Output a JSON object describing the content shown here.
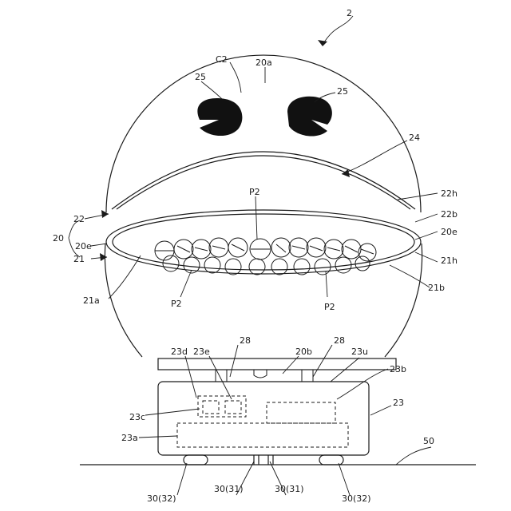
{
  "figure": {
    "labels": {
      "device": "2",
      "c2": "C2",
      "top": "20a",
      "eye_left": "25",
      "eye_right": "25",
      "mouth_inner": "24",
      "hinge": "22h",
      "upper_shell_b": "22b",
      "upper_shell": "22",
      "shell": "20",
      "edge_left": "20e",
      "edge_right": "20e",
      "lower_shell": "21",
      "hinge_lower": "21h",
      "lower_shell_b": "21b",
      "lower_inner": "21a",
      "piece_top": "P2",
      "piece_left": "P2",
      "piece_right": "P2",
      "cover_edge": "20b",
      "support_a": "28",
      "support_b": "28",
      "base_top": "23u",
      "box_23b": "23b",
      "base": "23",
      "box_23d": "23d",
      "box_23e": "23e",
      "box_23c": "23c",
      "box_23a": "23a",
      "floor": "50",
      "foot_left": "30(32)",
      "foot_right": "30(32)",
      "foot_mid_left": "30(31)",
      "foot_mid_right": "30(31)"
    }
  }
}
